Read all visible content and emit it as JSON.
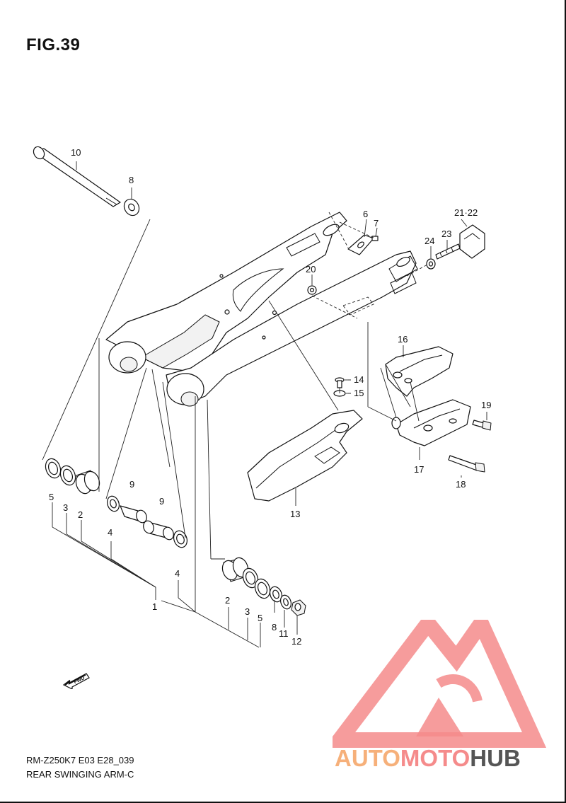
{
  "figure": {
    "title": "FIG.39",
    "code": "RM-Z250K7 E03 E28_039",
    "description": "REAR SWINGING ARM-C",
    "direction_marker": "FWD"
  },
  "watermark": {
    "part_a": "AUTO",
    "part_b": "MOTO",
    "part_c": "HUB",
    "colors": {
      "auto": "#f6b07a",
      "moto": "#f58b8b",
      "hub": "#555555",
      "logo": "#f58b8b"
    }
  },
  "callouts": {
    "c1": "1",
    "c2a": "2",
    "c2b": "2",
    "c3a": "3",
    "c3b": "3",
    "c4a": "4",
    "c4b": "4",
    "c5a": "5",
    "c5b": "5",
    "c6": "6",
    "c7": "7",
    "c8a": "8",
    "c8b": "8",
    "c9a": "9",
    "c9b": "9",
    "c10": "10",
    "c11": "11",
    "c12": "12",
    "c13": "13",
    "c14": "14",
    "c15": "15",
    "c16": "16",
    "c17": "17",
    "c18": "18",
    "c19": "19",
    "c20": "20",
    "c2122": "21·22",
    "c23": "23",
    "c24": "24"
  }
}
